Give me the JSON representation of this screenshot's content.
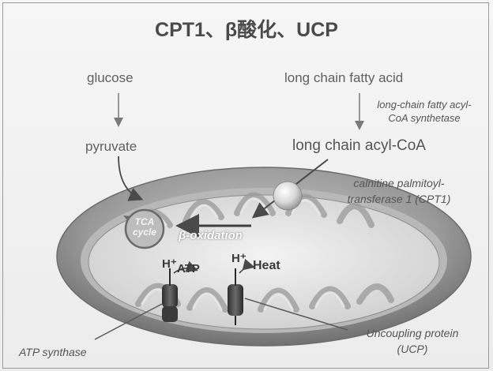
{
  "title": "CPT1、β酸化、UCP",
  "left_path": {
    "top": "glucose",
    "bottom": "pyruvate"
  },
  "right_path": {
    "top": "long chain fatty acid",
    "enzyme_line1": "long-chain fatty acyl-",
    "enzyme_line2": "CoA synthetase",
    "bottom": "long chain acyl-CoA"
  },
  "cpt1": {
    "line1": "calnitine palmitoyl-",
    "line2": "transferase 1 (CPT1)"
  },
  "mito": {
    "tca_line1": "TCA",
    "tca_line2": "cycle",
    "beta_oxidation": "β-oxidation",
    "h_left": "H⁺",
    "atp": "ATP",
    "h_right": "H⁺",
    "heat": "Heat"
  },
  "atp_synthase": "ATP synthase",
  "ucp": {
    "line1": "Uncoupling protein",
    "line2": "(UCP)"
  }
}
